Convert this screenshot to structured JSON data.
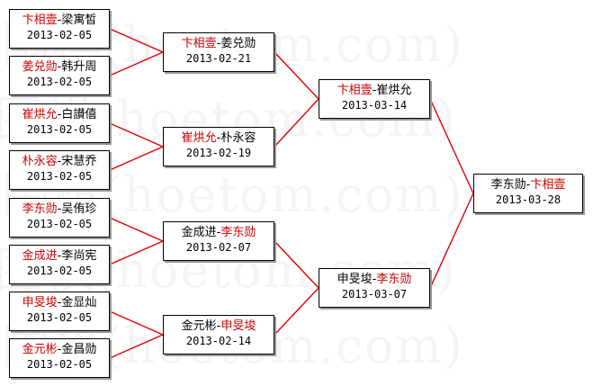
{
  "separator": "-",
  "colors": {
    "winner": "#cc0000",
    "loser": "#000000",
    "link": "#dd0000",
    "border": "#000000"
  },
  "watermark": {
    "lines": [
      "围棋(hoetom.com)",
      "围棋(hoetom.com)",
      "围棋(hoetom.com)",
      "围棋(hoetom.com)",
      "围棋(hoetom.com)"
    ]
  },
  "matches": [
    {
      "id": "r1m1",
      "p1": "卞相壹",
      "p2": "梁寓皙",
      "winner": "p1",
      "date": "2013-02-05"
    },
    {
      "id": "r1m2",
      "p1": "姜兑勋",
      "p2": "韩升周",
      "winner": "p1",
      "date": "2013-02-05"
    },
    {
      "id": "r1m3",
      "p1": "崔烘允",
      "p2": "白讃僖",
      "winner": "p1",
      "date": "2013-02-05"
    },
    {
      "id": "r1m4",
      "p1": "朴永容",
      "p2": "宋慧乔",
      "winner": "p1",
      "date": "2013-02-05"
    },
    {
      "id": "r1m5",
      "p1": "李东勋",
      "p2": "吴侑珍",
      "winner": "p1",
      "date": "2013-02-05"
    },
    {
      "id": "r1m6",
      "p1": "金成进",
      "p2": "李尚宪",
      "winner": "p1",
      "date": "2013-02-05"
    },
    {
      "id": "r1m7",
      "p1": "申旻埈",
      "p2": "金显灿",
      "winner": "p1",
      "date": "2013-02-05"
    },
    {
      "id": "r1m8",
      "p1": "金元彬",
      "p2": "金昌勋",
      "winner": "p1",
      "date": "2013-02-05"
    },
    {
      "id": "r2m1",
      "p1": "卞相壹",
      "p2": "姜兑勋",
      "winner": "p1",
      "date": "2013-02-21"
    },
    {
      "id": "r2m2",
      "p1": "崔烘允",
      "p2": "朴永容",
      "winner": "p1",
      "date": "2013-02-19"
    },
    {
      "id": "r2m3",
      "p1": "金成进",
      "p2": "李东勋",
      "winner": "p2",
      "date": "2013-02-07"
    },
    {
      "id": "r2m4",
      "p1": "金元彬",
      "p2": "申旻埈",
      "winner": "p2",
      "date": "2013-02-14"
    },
    {
      "id": "r3m1",
      "p1": "卞相壹",
      "p2": "崔烘允",
      "winner": "p1",
      "date": "2013-03-14"
    },
    {
      "id": "r3m2",
      "p1": "申旻埈",
      "p2": "李东勋",
      "winner": "p2",
      "date": "2013-03-07"
    },
    {
      "id": "final",
      "p1": "李东勋",
      "p2": "卞相壹",
      "winner": "p2",
      "date": "2013-03-28"
    }
  ],
  "links": [
    [
      "r1m1",
      "r2m1"
    ],
    [
      "r1m2",
      "r2m1"
    ],
    [
      "r1m3",
      "r2m2"
    ],
    [
      "r1m4",
      "r2m2"
    ],
    [
      "r1m5",
      "r2m3"
    ],
    [
      "r1m6",
      "r2m3"
    ],
    [
      "r1m7",
      "r2m4"
    ],
    [
      "r1m8",
      "r2m4"
    ],
    [
      "r2m1",
      "r3m1"
    ],
    [
      "r2m2",
      "r3m1"
    ],
    [
      "r2m3",
      "r3m2"
    ],
    [
      "r2m4",
      "r3m2"
    ],
    [
      "r3m1",
      "final"
    ],
    [
      "r3m2",
      "final"
    ]
  ]
}
